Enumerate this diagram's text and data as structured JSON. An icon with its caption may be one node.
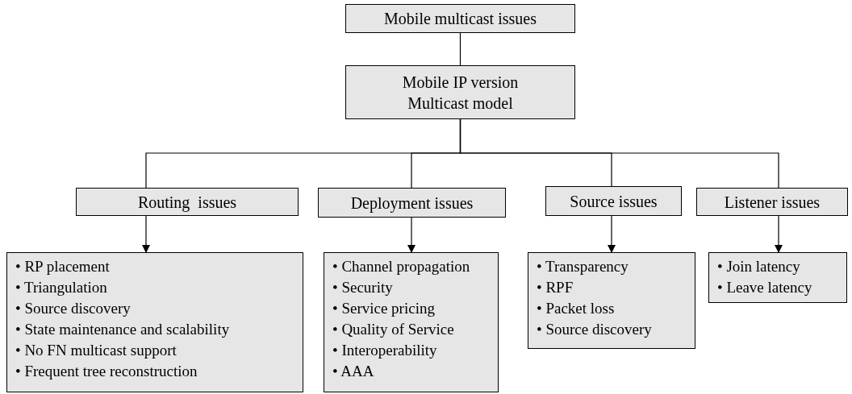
{
  "diagram": {
    "nodes": [
      {
        "text": [
          "Mobile multicast issues"
        ]
      },
      {
        "text": [
          "Mobile IP version Multicast model"
        ]
      },
      {
        "text": [
          "Routing  issues"
        ]
      },
      {
        "text": [
          "Deployment issues"
        ]
      },
      {
        "text": [
          "Source issues"
        ]
      },
      {
        "text": [
          "Listener issues"
        ]
      },
      {
        "text": [
          "• RP placement",
          "• Triangulation",
          "• Source discovery",
          "• State maintenance and scalability",
          "• No FN multicast support",
          "• Frequent tree reconstruction"
        ]
      },
      {
        "text": [
          "• Channel propagation",
          "• Security",
          "• Service pricing",
          "• Quality of Service",
          "• Interoperability",
          "• AAA"
        ]
      },
      {
        "text": [
          "• Transparency",
          "• RPF",
          "• Packet loss",
          "• Source discovery"
        ]
      },
      {
        "text": [
          "• Join latency",
          "• Leave latency"
        ]
      }
    ],
    "edges": [
      {
        "from": 0,
        "to": 1,
        "arrow": "none"
      },
      {
        "from": 1,
        "to": 2,
        "arrow": "none"
      },
      {
        "from": 1,
        "to": 3,
        "arrow": "none"
      },
      {
        "from": 1,
        "to": 4,
        "arrow": "none"
      },
      {
        "from": 1,
        "to": 5,
        "arrow": "none"
      },
      {
        "from": 2,
        "to": 6,
        "arrow": "to"
      },
      {
        "from": 3,
        "to": 7,
        "arrow": "to"
      },
      {
        "from": 4,
        "to": 8,
        "arrow": "to"
      },
      {
        "from": 5,
        "to": 9,
        "arrow": "to"
      }
    ]
  }
}
